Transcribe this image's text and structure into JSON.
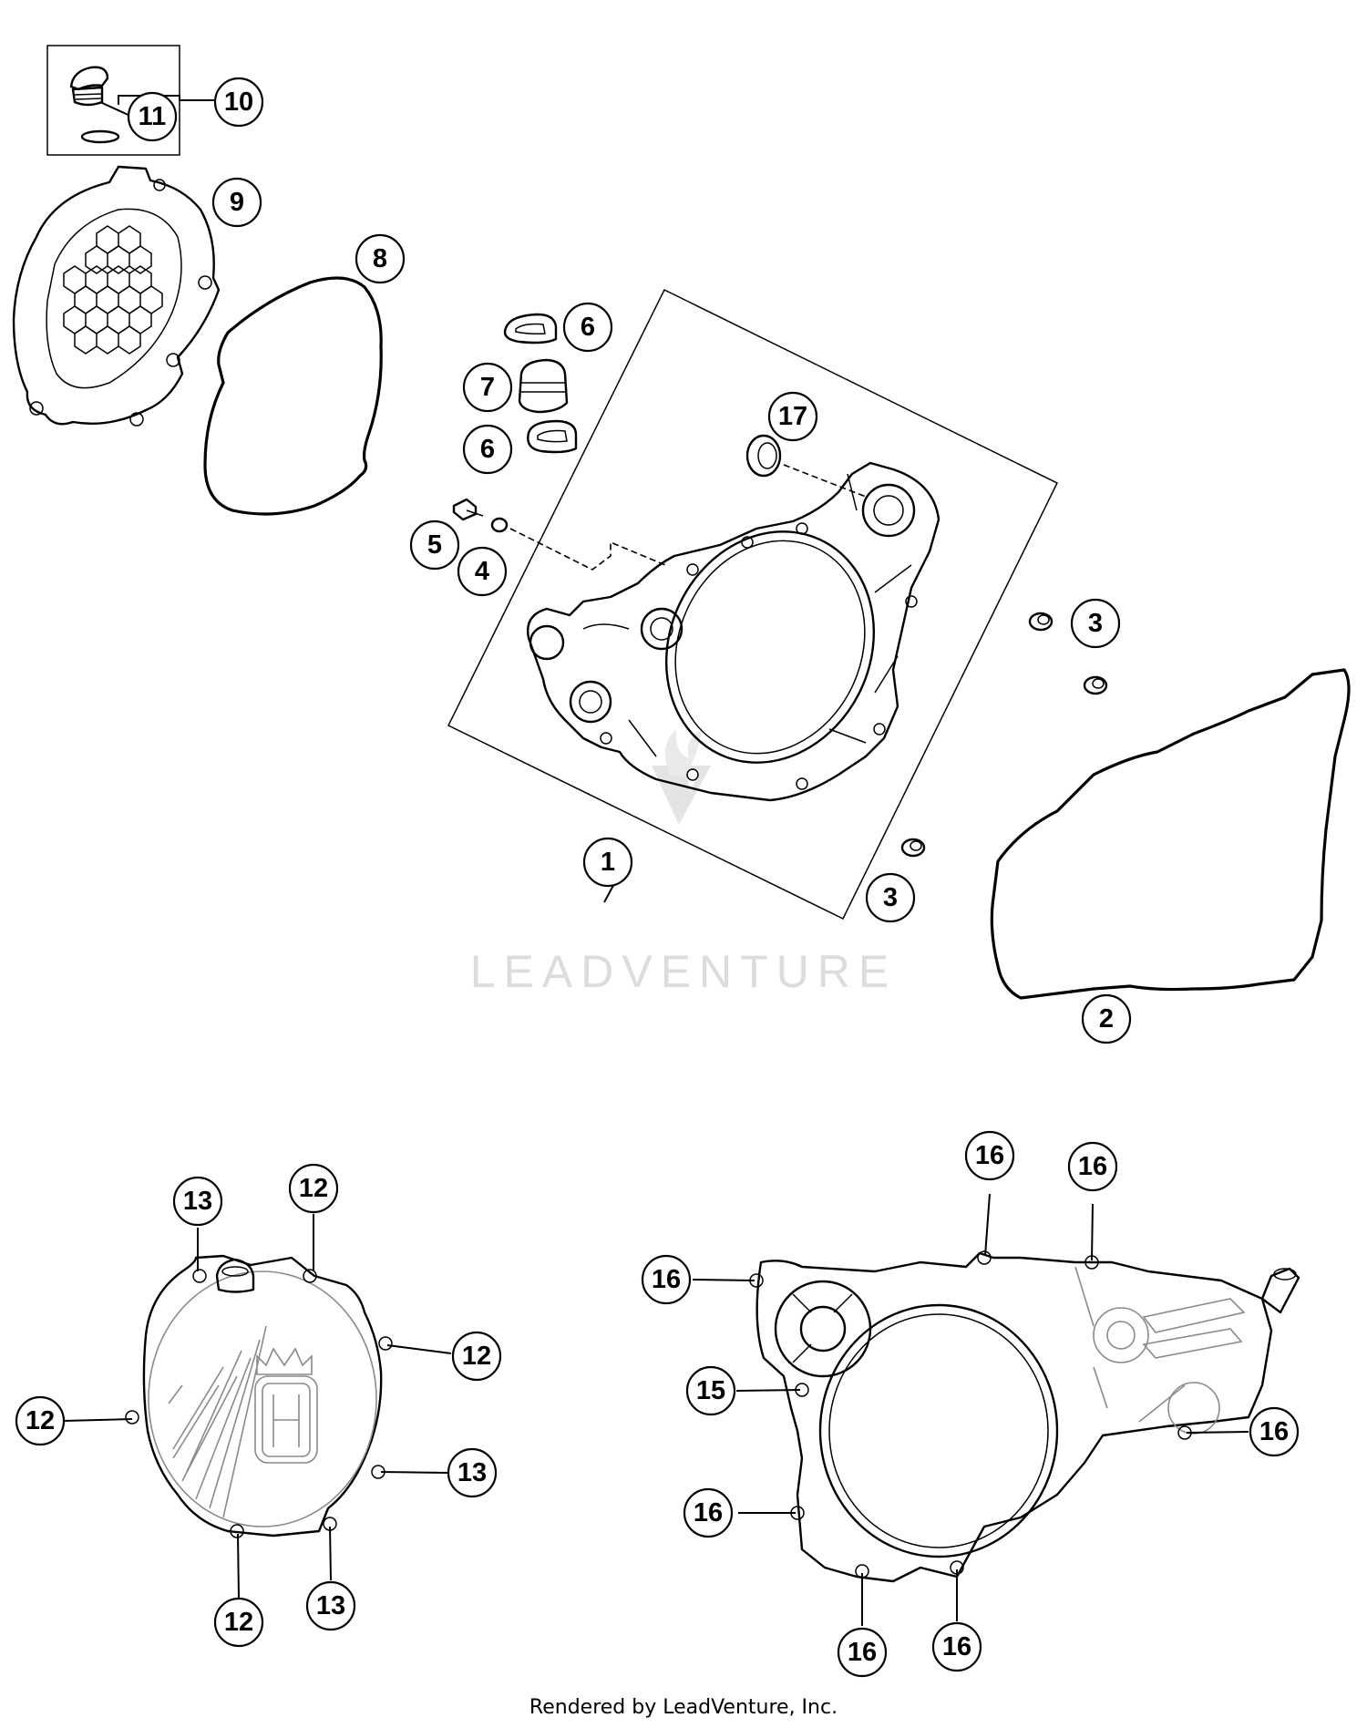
{
  "watermark": {
    "brand": "LEADVENTURE"
  },
  "footer": {
    "credit": "Rendered by LeadVenture, Inc."
  },
  "callouts": [
    "1",
    "2",
    "3",
    "3",
    "4",
    "5",
    "6",
    "6",
    "7",
    "8",
    "9",
    "10",
    "11",
    "12",
    "12",
    "12",
    "12",
    "13",
    "13",
    "13",
    "15",
    "16",
    "16",
    "16",
    "16",
    "16",
    "16",
    "16",
    "17"
  ]
}
